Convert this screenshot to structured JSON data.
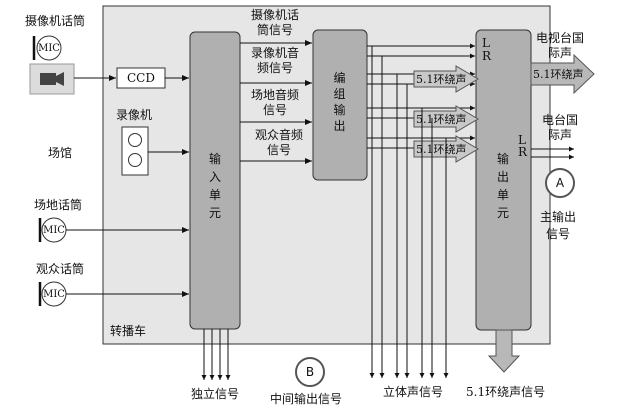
{
  "labels": {
    "camera_mic": "摄像机话筒",
    "mic": "MIC",
    "ccd": "CCD",
    "recorder": "录像机",
    "venue": "场馆",
    "field_mic": "场地话筒",
    "audience_mic": "观众话筒",
    "truck": "转播车",
    "input_unit": "输入单元",
    "edit_output": "编组输出",
    "output_unit": "输出单元",
    "sig_cam_mic": "摄像机话筒信号",
    "sig_recorder": "录像机音频信号",
    "sig_field": "场地音频信号",
    "sig_audience": "观众音频信号",
    "surround": "5.1环绕声",
    "lr": "L R",
    "tv_intl": "电视台国际声",
    "radio_intl": "电台国际声",
    "main_out": "主输出信号",
    "circle_a": "A",
    "circle_b": "B",
    "independent": "独立信号",
    "intermediate": "中间输出信号",
    "stereo": "立体声信号",
    "surround_out": "5.1环绕声信号"
  }
}
